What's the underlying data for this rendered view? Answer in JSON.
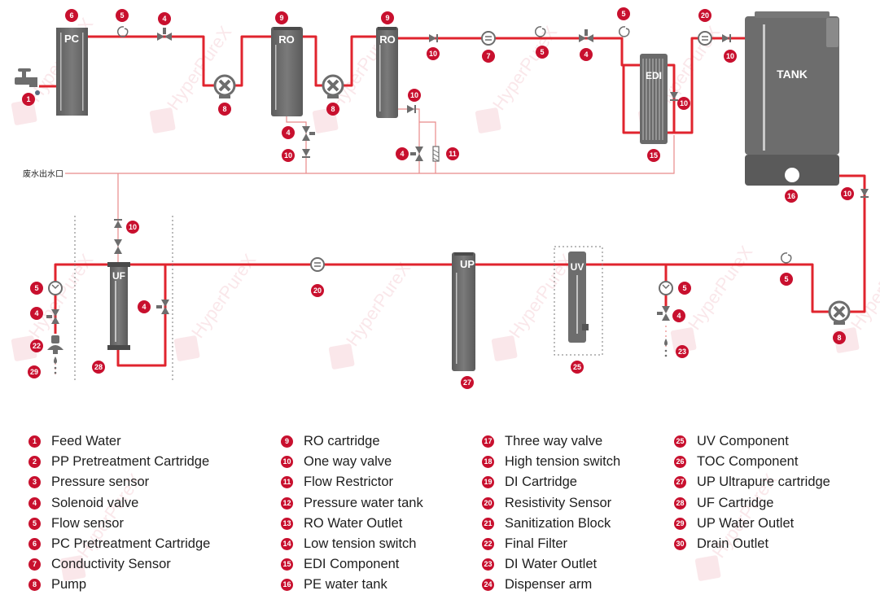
{
  "colors": {
    "pipe": "#e0242e",
    "badge": "#c8102e",
    "component": "#6d6d6d",
    "drain_line": "#e88a8a"
  },
  "labels": {
    "pc": "PC",
    "ro1": "RO",
    "ro2": "RO",
    "edi": "EDI",
    "tank": "TANK",
    "uf": "UF",
    "up": "UP",
    "uv": "UV",
    "drain": "废水出水口"
  },
  "watermark": "HyperPureX",
  "badges": {
    "b_feed": "1",
    "b_pc": "6",
    "b_flow_a": "5",
    "b_valve_a": "4",
    "b_pump_a": "8",
    "b_ro1": "9",
    "b_pump_b": "8",
    "b_valve_b": "4",
    "b_check_a": "10",
    "b_ro2": "9",
    "b_check_b": "10",
    "b_valve_c": "4",
    "b_restrictor": "11",
    "b_check_c": "10",
    "b_cond_a": "7",
    "b_flow_b": "5",
    "b_valve_d": "4",
    "b_flow_c": "5",
    "b_check_d": "10",
    "b_edi": "15",
    "b_sanit_a": "20",
    "b_check_e": "10",
    "b_tank": "16",
    "b_check_f": "10",
    "b_pump_c": "8",
    "b_flow_d": "5",
    "b_flow_e": "5",
    "b_valve_e": "4",
    "b_di_outlet": "23",
    "b_uv": "25",
    "b_up": "27",
    "b_sanit_b": "20",
    "b_check_g": "10",
    "b_valve_f": "4",
    "b_uf": "28",
    "b_flow_f": "5",
    "b_valve_g": "4",
    "b_final_filter": "22",
    "b_up_outlet": "29",
    "b_check_h": "10"
  },
  "legend": [
    [
      {
        "num": "1",
        "text": "Feed Water"
      },
      {
        "num": "2",
        "text": "PP Pretreatment Cartridge"
      },
      {
        "num": "3",
        "text": "Pressure sensor"
      },
      {
        "num": "4",
        "text": "Solenoid valve"
      },
      {
        "num": "5",
        "text": "Flow sensor"
      },
      {
        "num": "6",
        "text": "PC Pretreatment Cartridge"
      },
      {
        "num": "7",
        "text": "Conductivity Sensor"
      },
      {
        "num": "8",
        "text": "Pump"
      }
    ],
    [
      {
        "num": "9",
        "text": "RO cartridge"
      },
      {
        "num": "10",
        "text": "One way valve"
      },
      {
        "num": "11",
        "text": "Flow Restrictor"
      },
      {
        "num": "12",
        "text": "Pressure water tank"
      },
      {
        "num": "13",
        "text": "RO Water Outlet"
      },
      {
        "num": "14",
        "text": "Low tension switch"
      },
      {
        "num": "15",
        "text": "EDI Component"
      },
      {
        "num": "16",
        "text": "PE water tank"
      }
    ],
    [
      {
        "num": "17",
        "text": "Three way valve"
      },
      {
        "num": "18",
        "text": "High tension switch"
      },
      {
        "num": "19",
        "text": "DI Cartridge"
      },
      {
        "num": "20",
        "text": "Resistivity Sensor"
      },
      {
        "num": "21",
        "text": "Sanitization Block"
      },
      {
        "num": "22",
        "text": "Final Filter"
      },
      {
        "num": "23",
        "text": "DI Water Outlet"
      },
      {
        "num": "24",
        "text": "Dispenser arm"
      }
    ],
    [
      {
        "num": "25",
        "text": "UV Component"
      },
      {
        "num": "26",
        "text": "TOC Component"
      },
      {
        "num": "27",
        "text": "UP Ultrapure cartridge"
      },
      {
        "num": "28",
        "text": "UF Cartridge"
      },
      {
        "num": "29",
        "text": "UP Water Outlet"
      },
      {
        "num": "30",
        "text": "Drain Outlet"
      }
    ]
  ]
}
